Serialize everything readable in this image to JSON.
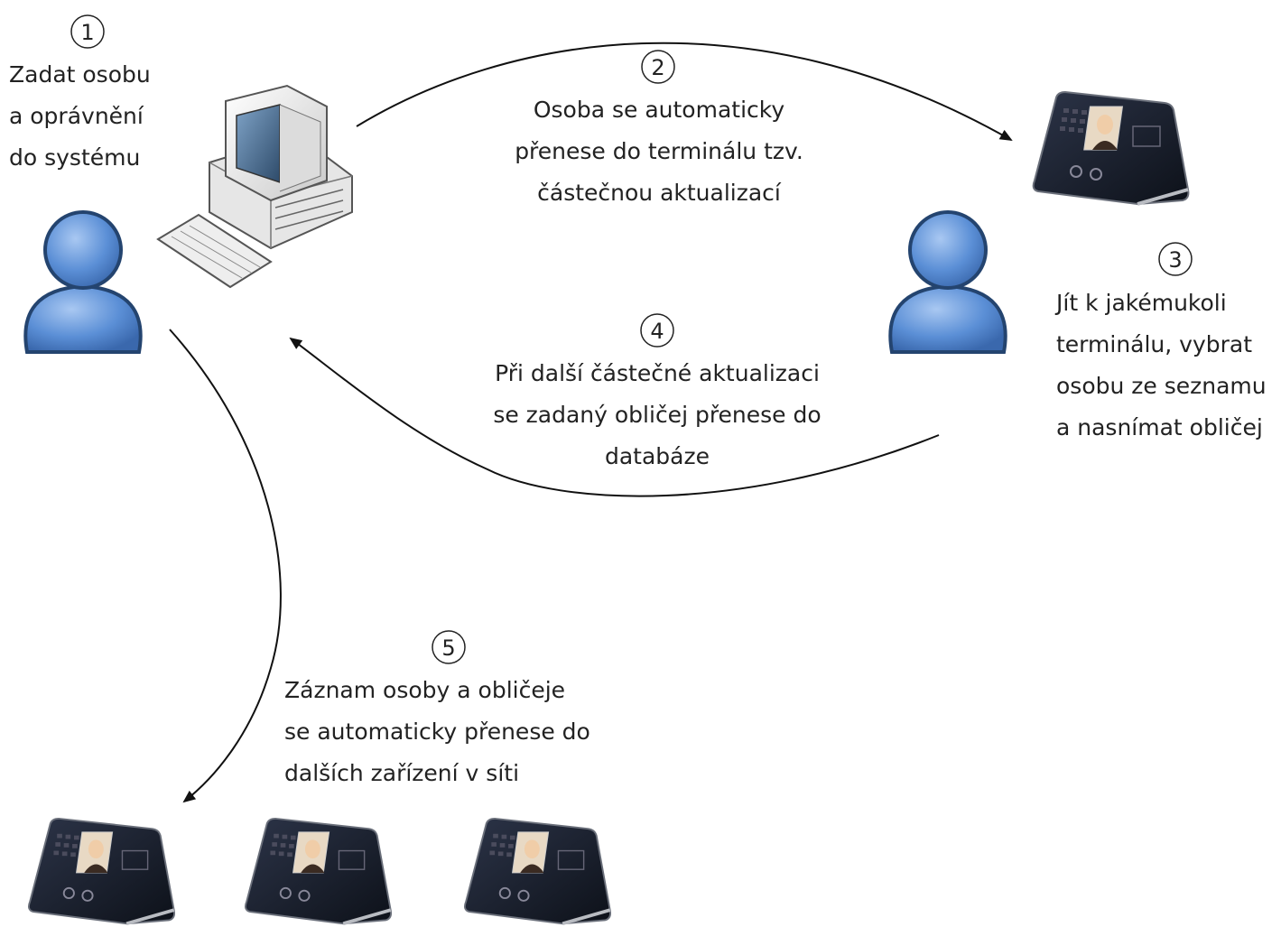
{
  "colors": {
    "person_fill": "#5b8fd6",
    "person_stroke": "#2a4a80",
    "terminal_body": "#1a1f2e",
    "arrow": "#111111"
  },
  "icons": {
    "person": "person-icon",
    "computer": "computer-icon",
    "terminal": "face-terminal-icon"
  },
  "steps": [
    {
      "num": "1",
      "lines": [
        "Zadat osobu",
        "a oprávnění",
        "do systému"
      ]
    },
    {
      "num": "2",
      "lines": [
        "Osoba se automaticky",
        "přenese do terminálu tzv.",
        "částečnou aktualizací"
      ]
    },
    {
      "num": "3",
      "lines": [
        "Jít k jakémukoli",
        "terminálu, vybrat",
        "osobu ze seznamu",
        "a nasnímat obličej"
      ]
    },
    {
      "num": "4",
      "lines": [
        "Při další částečné aktualizaci",
        "se zadaný obličej přenese do",
        "databáze"
      ]
    },
    {
      "num": "5",
      "lines": [
        "Záznam osoby a obličeje",
        "se automaticky přenese do",
        "dalších zařízení v síti"
      ]
    }
  ]
}
